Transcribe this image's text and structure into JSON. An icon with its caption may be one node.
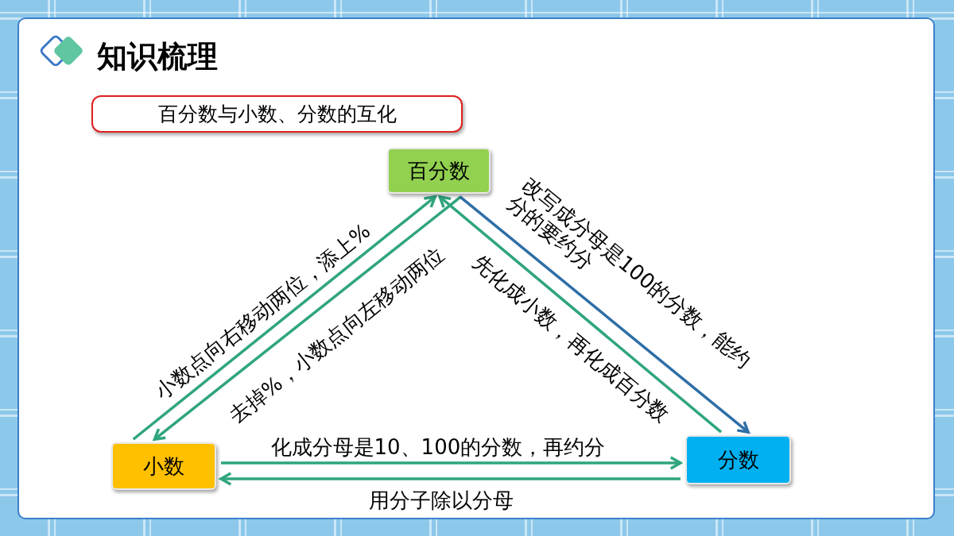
{
  "diagram": {
    "title": "知识梳理",
    "nodes": [
      {
        "text": [
          "百分数与小数、分数的互化"
        ]
      },
      {
        "text": [
          "百分数"
        ]
      },
      {
        "text": [
          "小数"
        ]
      },
      {
        "text": [
          "分数"
        ]
      }
    ],
    "edges": [
      {
        "from": 2,
        "to": 1,
        "arrow": "to",
        "label": "小数点向右移动两位，添上%"
      },
      {
        "from": 1,
        "to": 2,
        "arrow": "to",
        "label": "去掉%，小数点向左移动两位"
      },
      {
        "from": 1,
        "to": 3,
        "arrow": "to",
        "label": "改写成分母是100的分数，能约分的要约分",
        "color": "#2e6ea6"
      },
      {
        "from": 3,
        "to": 1,
        "arrow": "to",
        "label": "先化成小数，再化成百分数"
      },
      {
        "from": 2,
        "to": 3,
        "arrow": "to",
        "label": "化成分母是10、100的分数，再约分"
      },
      {
        "from": 3,
        "to": 2,
        "arrow": "to",
        "label": "用分子除以分母"
      }
    ]
  }
}
